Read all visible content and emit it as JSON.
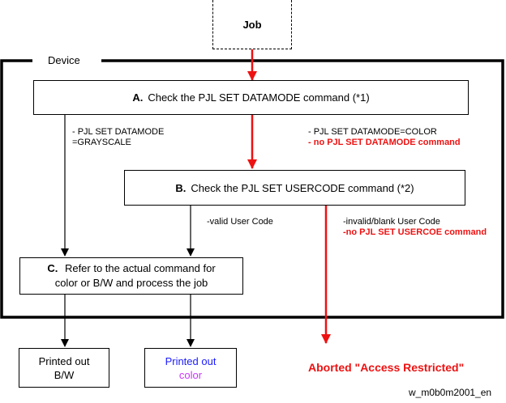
{
  "job": "Job",
  "device": "Device",
  "step_a": {
    "letter": "A.",
    "text": "Check the PJL SET DATAMODE command (*1)"
  },
  "step_b": {
    "letter": "B.",
    "text": "Check the PJL SET USERCODE command (*2)"
  },
  "step_c": {
    "letter": "C.",
    "line1": "Refer to the actual command for",
    "line2": "color or B/W and process the job"
  },
  "label_grayscale": {
    "line1": "- PJL SET DATAMODE",
    "line2": "=GRAYSCALE"
  },
  "label_color": {
    "line1": "- PJL SET DATAMODE=COLOR",
    "line2": "- no PJL SET DATAMODE command"
  },
  "label_valid": "-valid User Code",
  "label_invalid": {
    "line1": "-invalid/blank User Code",
    "line2": "-no PJL SET USERCOE command"
  },
  "out_bw": {
    "line1": "Printed out",
    "line2": "B/W"
  },
  "out_color": {
    "line1": "Printed out",
    "line2": "color"
  },
  "aborted": "Aborted \"Access Restricted\"",
  "figure_id": "w_m0b0m2001_en",
  "colors": {
    "red": "#ee1111",
    "blue": "#1a1aff",
    "magenta": "#cc33ff"
  }
}
